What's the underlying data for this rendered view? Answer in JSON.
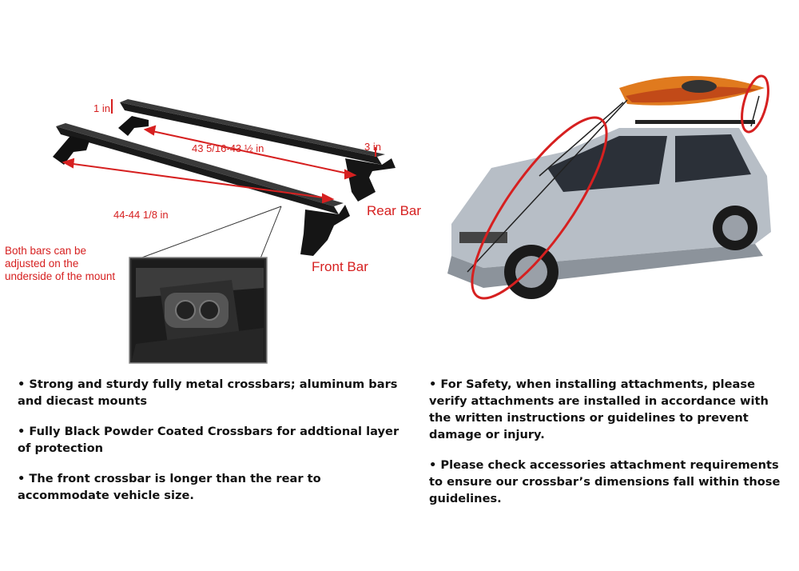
{
  "left_diagram": {
    "dim_height": "1 in",
    "dim_rear_length": "43 5/16-43 ½ in",
    "dim_width": "3 in",
    "dim_front_length": "44-44 1/8 in",
    "rear_bar_label": "Rear Bar",
    "front_bar_label": "Front Bar",
    "note_lines": [
      "Both bars can be",
      "adjusted on the",
      "underside of the mount"
    ],
    "accent_color": "#d62020"
  },
  "bullets_left": [
    "• Strong and sturdy fully metal crossbars; aluminum bars and diecast mounts",
    "• Fully Black Powder Coated Crossbars for addtional layer of protection",
    "• The front crossbar is longer than the rear to accommodate vehicle size."
  ],
  "bullets_right": [
    "• For Safety, when installing attachments, please verify attachments are installed in accordance with the written instructions or guidelines to prevent damage or injury.",
    "• Please check accessories attachment requirements to ensure our crossbar’s dimensions fall within those guidelines."
  ]
}
